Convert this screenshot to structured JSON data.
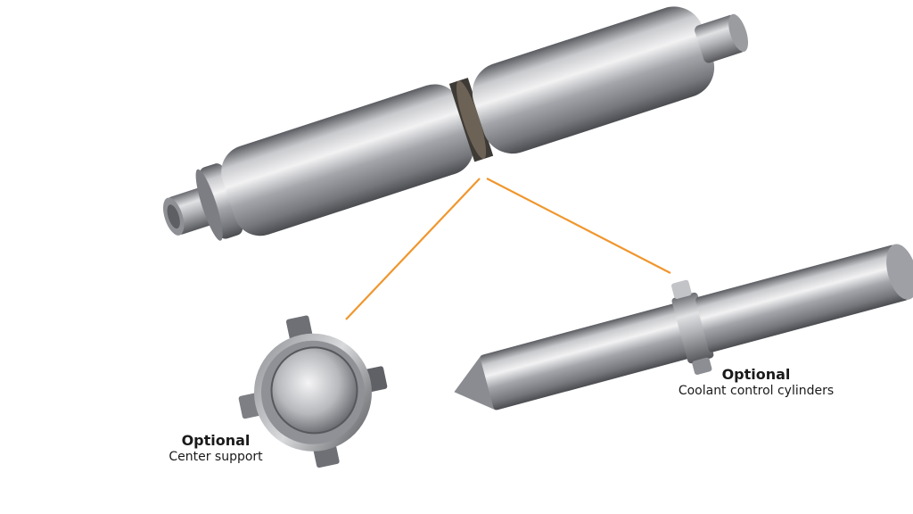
{
  "callouts": {
    "center_support": {
      "title": "Optional",
      "subtitle": "Center support"
    },
    "coolant": {
      "title": "Optional",
      "subtitle": "Coolant control cylinders"
    }
  },
  "colors": {
    "leader_line": "#f0962d",
    "metal_dark": "#5c5e63",
    "metal_mid": "#a7a9ae",
    "metal_light": "#e6e7ea"
  }
}
